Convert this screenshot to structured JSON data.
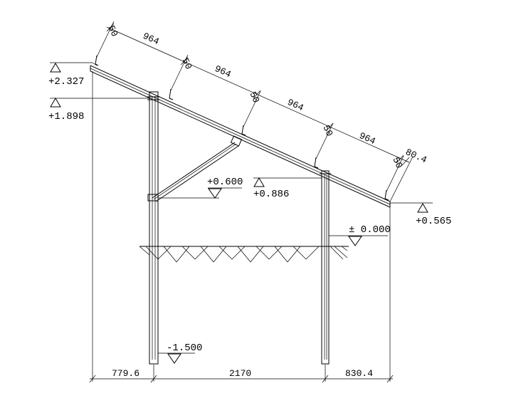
{
  "elevations": {
    "e1": "+2.327",
    "e2": "+1.898",
    "e3": "+0.600",
    "e4": "+0.886",
    "e5": "+0.565",
    "e6": "± 0.000",
    "e7": "-1.500"
  },
  "spacing": {
    "gap1": "50",
    "seg1": "964",
    "gap2": "50",
    "seg2": "964",
    "gap3": "50",
    "seg3": "964",
    "gap4": "50",
    "seg4": "964",
    "gap5": "50",
    "end": "80.4"
  },
  "base_dims": {
    "left": "779.6",
    "middle": "2170",
    "right": "830.4"
  }
}
